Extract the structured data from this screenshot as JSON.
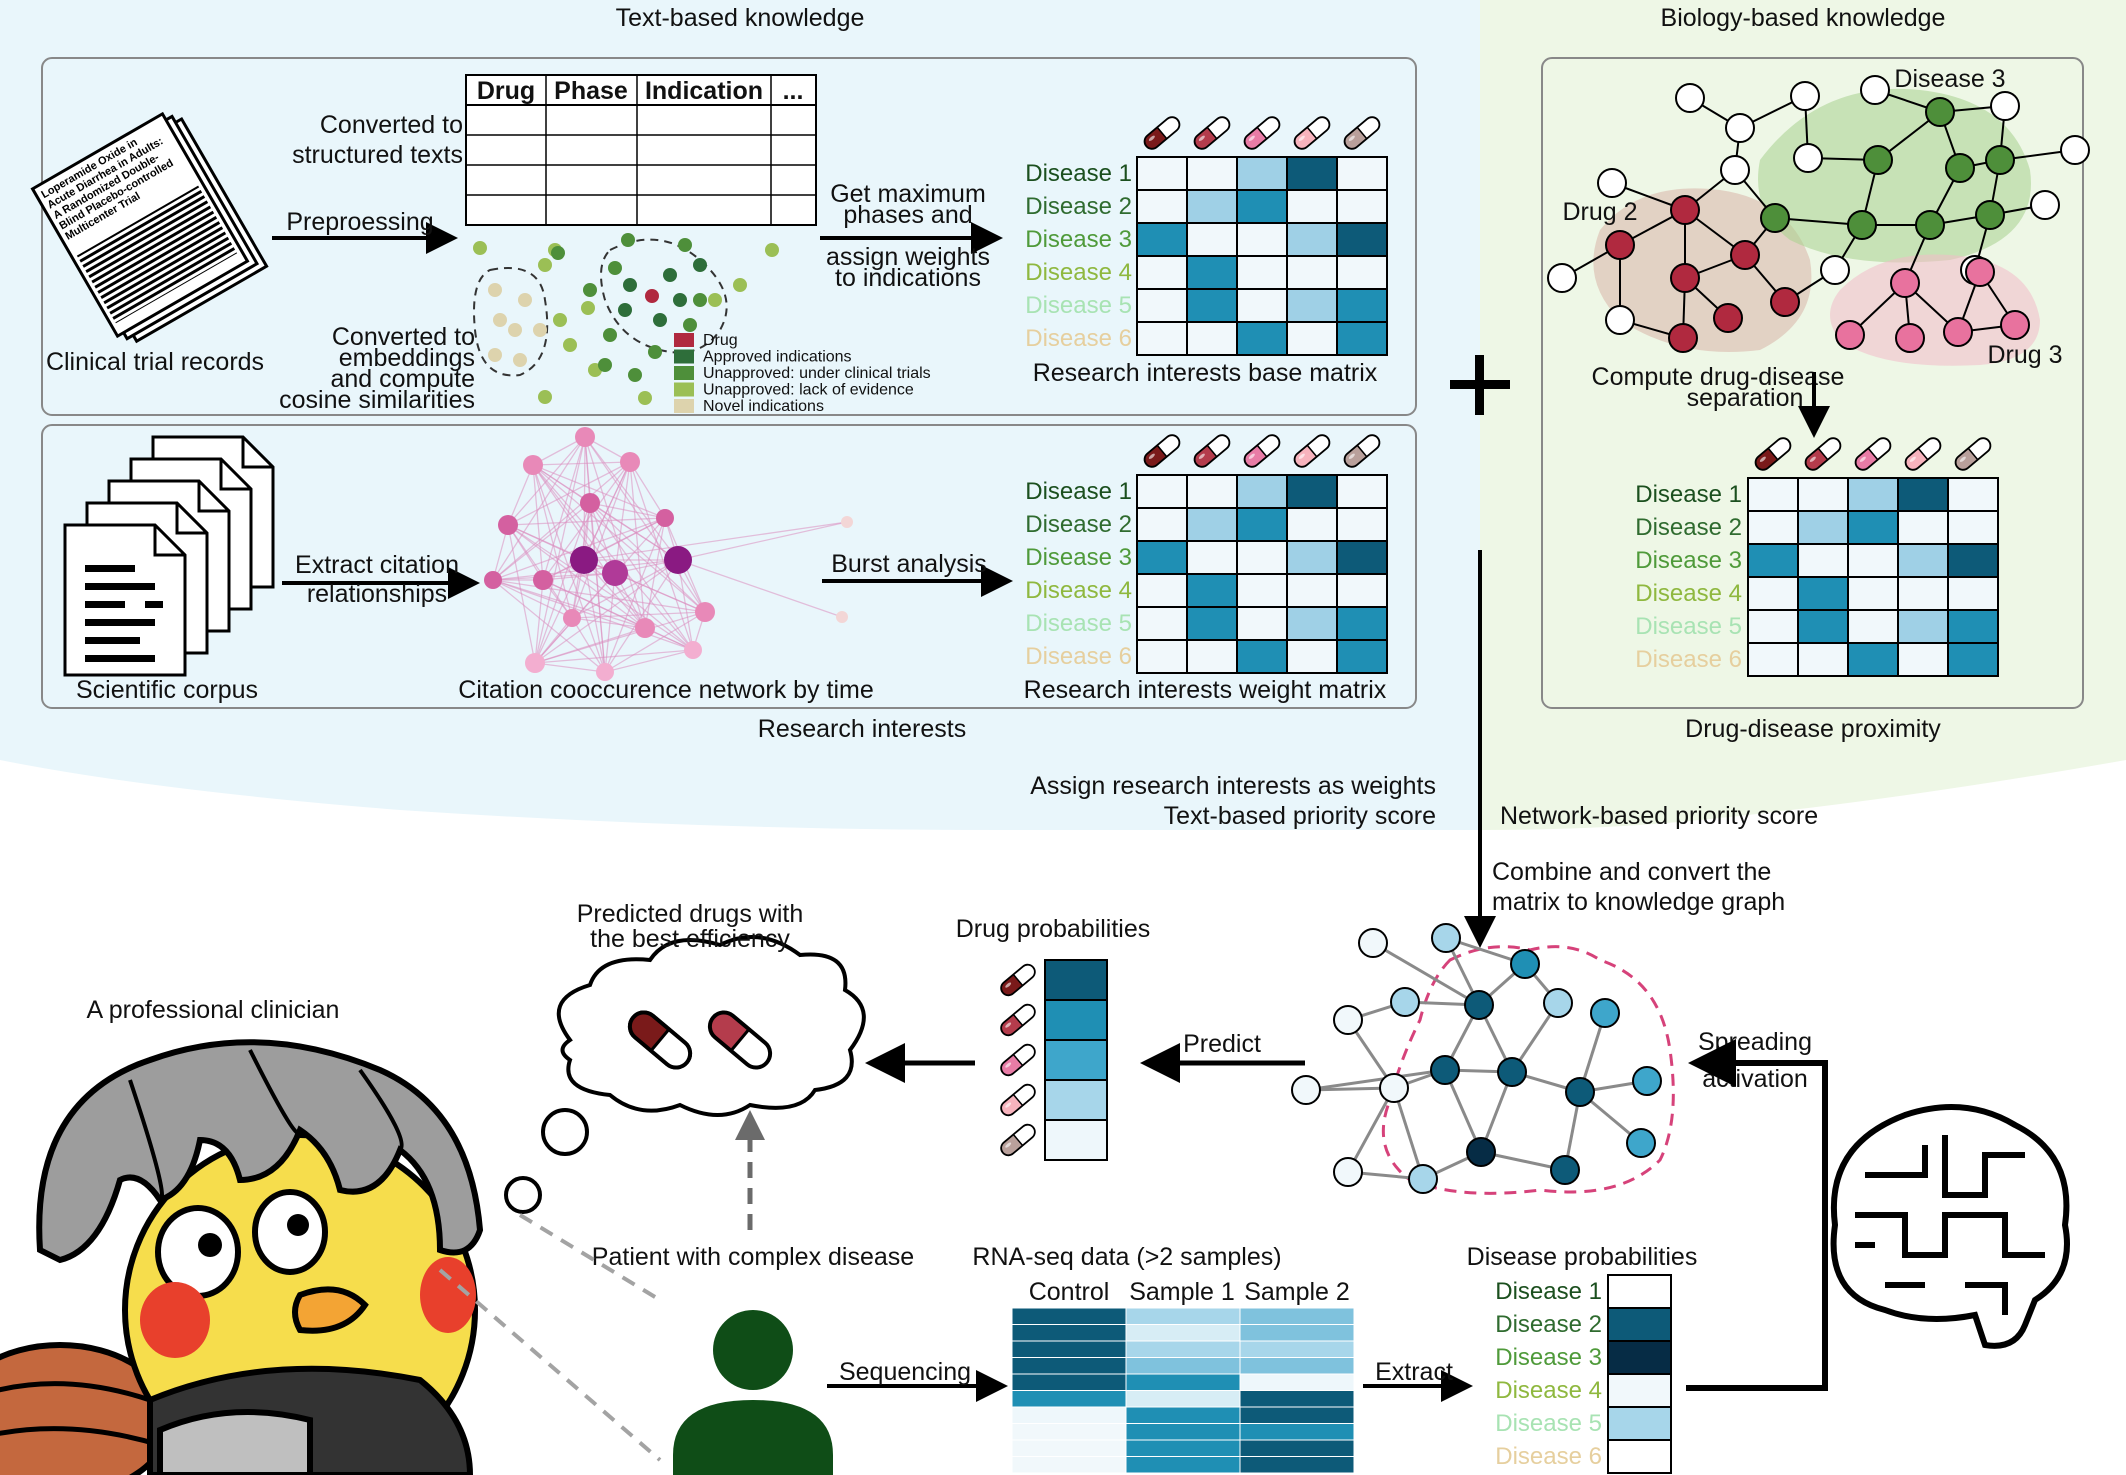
{
  "sections": {
    "text_title": "Text-based knowledge",
    "bio_title": "Biology-based knowledge"
  },
  "clinical": {
    "paper_title": "Loperamide Oxide in Acute Diarrhea in Adults: A Randomized Double-Blind Placebo-controlled Multicenter Trial",
    "caption": "Clinical trial records",
    "preprocessing": "Preproessing",
    "converted_structured_1": "Converted to",
    "converted_structured_2": "structured texts",
    "table_headers": [
      "Drug",
      "Phase",
      "Indication",
      "..."
    ],
    "converted_embed_1": "Converted to",
    "converted_embed_2": "embeddings",
    "converted_embed_3": "and compute",
    "converted_embed_4": "cosine similarities",
    "legend": [
      {
        "label": "Drug",
        "color": "#b0293f"
      },
      {
        "label": "Approved indications",
        "color": "#2e6e3a"
      },
      {
        "label": "Unapproved: under clinical trials",
        "color": "#4e8f3a"
      },
      {
        "label": "Unapproved: lack of evidence",
        "color": "#9bbf55"
      },
      {
        "label": "Novel indications",
        "color": "#ddd3ad"
      }
    ],
    "get_max_1": "Get maximum",
    "get_max_2": "phases and",
    "assign_w_1": "assign weights",
    "assign_w_2": "to indications",
    "base_matrix_caption": "Research interests base matrix"
  },
  "citation": {
    "corpus_caption": "Scientific corpus",
    "extract_1": "Extract citation",
    "extract_2": "relationships",
    "network_caption": "Citation cooccurence network by time",
    "burst": "Burst analysis",
    "weight_matrix_caption": "Research interests weight matrix",
    "research_interests": "Research interests"
  },
  "diseases": [
    "Disease 1",
    "Disease 2",
    "Disease 3",
    "Disease 4",
    "Disease 5",
    "Disease 6"
  ],
  "disease_colors": [
    "#1b4f1e",
    "#2f6b2f",
    "#4f9a3a",
    "#8fb83f",
    "#a8e3b3",
    "#e6cf9e"
  ],
  "pill_colors": [
    "#7a1a1a",
    "#b43c4c",
    "#e87ca6",
    "#f7b3bd",
    "#b9a09b"
  ],
  "matrix_levels": [
    [
      0,
      0,
      2,
      4,
      0
    ],
    [
      0,
      2,
      3,
      0,
      0
    ],
    [
      3,
      0,
      0,
      2,
      4
    ],
    [
      0,
      3,
      0,
      0,
      0
    ],
    [
      0,
      3,
      0,
      2,
      3
    ],
    [
      0,
      0,
      3,
      0,
      3
    ]
  ],
  "matrix_palette": [
    "#f1f8fb",
    "#a7d6ea",
    "#9fd0e6",
    "#1f8fb4",
    "#0d5a78"
  ],
  "biology": {
    "disease3": "Disease 3",
    "drug2": "Drug 2",
    "drug3": "Drug 3",
    "compute_1": "Compute drug-disease",
    "compute_2": "separation",
    "proximity_caption": "Drug-disease proximity"
  },
  "scores": {
    "assign": "Assign research interests as weights",
    "text_score": "Text-based priority score",
    "network_score": "Network-based priority score",
    "combine_1": "Combine and convert the",
    "combine_2": "matrix to knowledge graph"
  },
  "bottom": {
    "predicted_1": "Predicted drugs with",
    "predicted_2": "the best efficiency",
    "drug_probs": "Drug probabilities",
    "predict": "Predict",
    "spreading_1": "Spreading",
    "spreading_2": "activation",
    "clinician": "A professional clinician",
    "patient": "Patient with complex disease",
    "rnaseq": "RNA-seq data (>2 samples)",
    "rnaseq_cols": [
      "Control",
      "Sample 1",
      "Sample 2"
    ],
    "sequencing": "Sequencing",
    "extract": "Extract",
    "disease_probs": "Disease probabilities"
  },
  "drug_prob_colors": [
    "#0d5a78",
    "#1f8fb4",
    "#3ea6cb",
    "#a7d6ea",
    "#eef7fb"
  ],
  "disease_prob_colors": [
    "#ffffff",
    "#0d5a78",
    "#062c45",
    "#f1f8fb",
    "#a7d6ea",
    "#ffffff"
  ],
  "colors": {
    "text_panel_bg": "#e9f6fb",
    "bio_panel_bg": "#eef7e6",
    "matrix_blue": "#0d5a78",
    "network_pink": "#d6427a",
    "patient_green": "#0f4d17"
  }
}
